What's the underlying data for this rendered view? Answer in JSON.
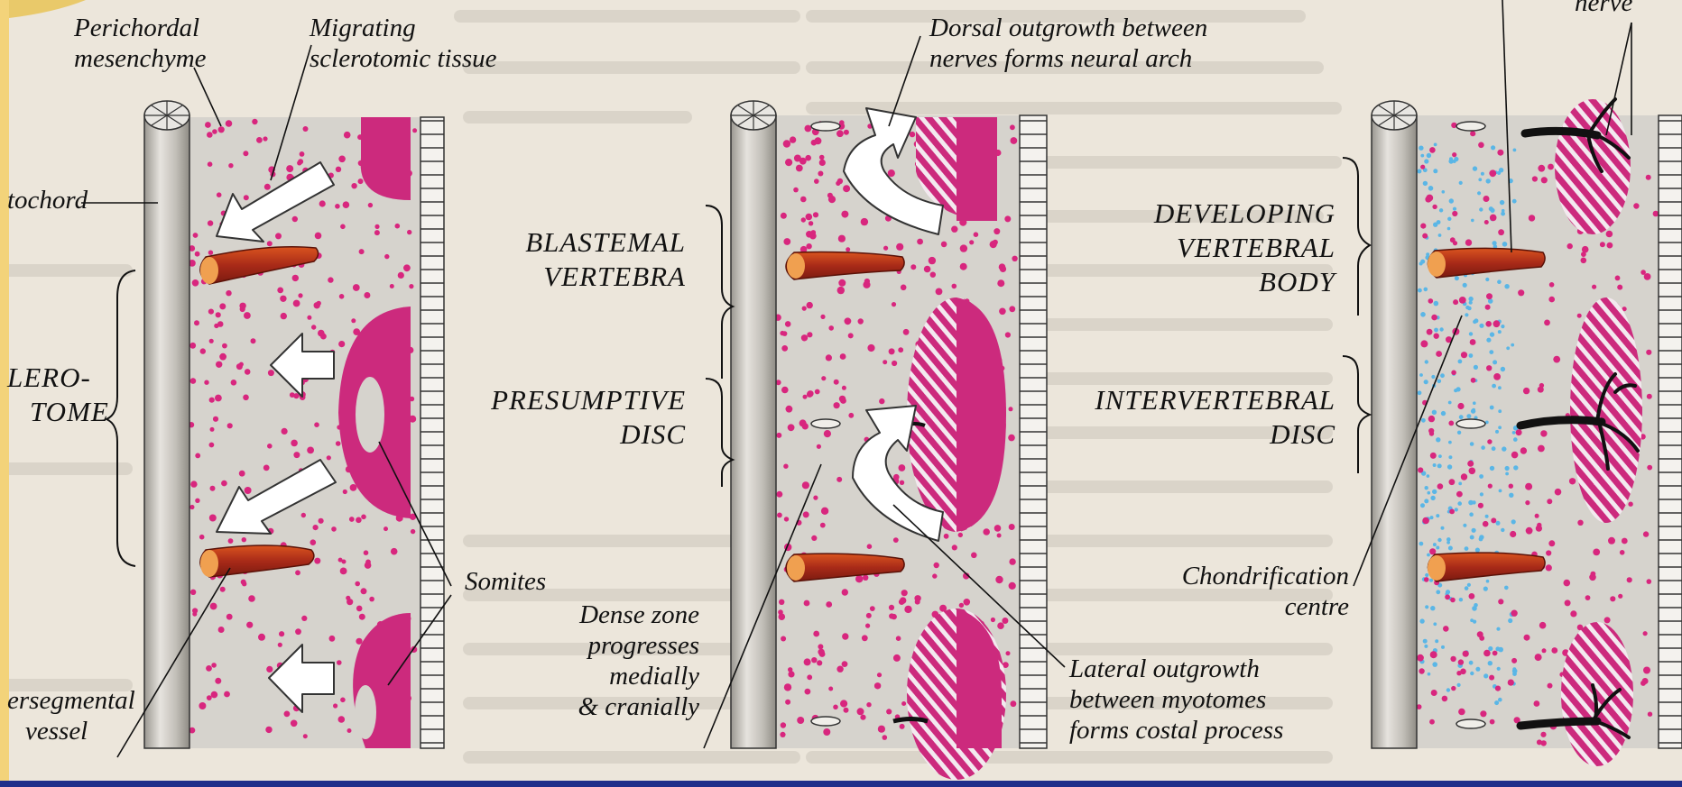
{
  "colors": {
    "page_bg": "#ece6db",
    "background_text": "#c9c3b8",
    "panel_fill": "#d6d3cd",
    "cell_dot": "#d8267e",
    "myotome": "#cc2a7d",
    "vessel": "#b8321f",
    "vessel_light": "#f0a050",
    "chondrification_dot": "#5ab6e6",
    "nerve": "#111111",
    "arrow_fill": "#ffffff"
  },
  "icons": {
    "notochord_cap": "wheel-spoke-icon",
    "arrow": "block-arrow-icon"
  },
  "panel1": {
    "perichordal_mesenchyme": [
      "Perichordal",
      "mesenchyme"
    ],
    "migrating_sclerotomic_tissue": [
      "Migrating",
      "sclerotomic tissue"
    ],
    "notochord": "tochord",
    "sclerotome": [
      "LERO-",
      "TOME"
    ],
    "somites": "Somites",
    "intersegmental_vessel": [
      "ersegmental",
      "vessel"
    ]
  },
  "panel2": {
    "dorsal_outgrowth": [
      "Dorsal outgrowth between",
      "nerves forms neural arch"
    ],
    "blastemal_vertebra": [
      "BLASTEMAL",
      "VERTEBRA"
    ],
    "presumptive_disc": [
      "PRESUMPTIVE",
      "DISC"
    ],
    "dense_zone": [
      "Dense zone",
      "progresses",
      "medially",
      "& cranially"
    ],
    "lateral_outgrowth": [
      "Lateral outgrowth",
      "between myotomes",
      "forms costal process"
    ]
  },
  "panel3": {
    "nerve": "nerve",
    "developing_vertebral_body": [
      "DEVELOPING",
      "VERTEBRAL",
      "BODY"
    ],
    "intervertebral_disc": [
      "INTERVERTEBRAL",
      "DISC"
    ],
    "chondrification_centre": [
      "Chondrification",
      "centre"
    ]
  }
}
